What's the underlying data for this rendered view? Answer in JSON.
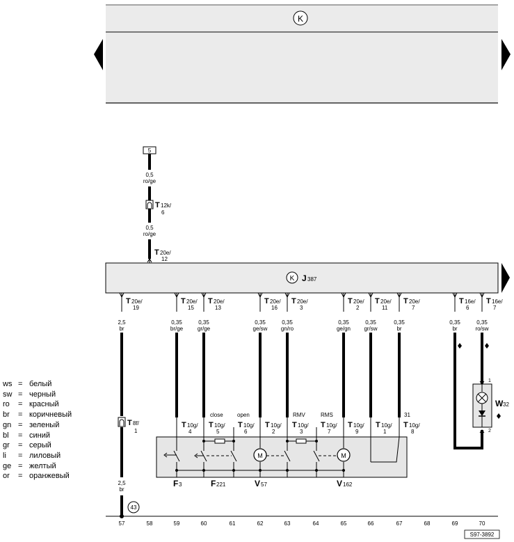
{
  "diagram_code": "S97-3892",
  "k_symbol": "K",
  "top_feed": {
    "terminal": "5",
    "wire1_size": "0,5",
    "wire1_color": "ro/ge",
    "conn_main": "T",
    "conn_sub": "12k/",
    "conn_pin": "6",
    "wire2_size": "0,5",
    "wire2_color": "ro/ge",
    "in_main": "T",
    "in_sub": "20e/",
    "in_pin": "12"
  },
  "control_unit": {
    "main": "J",
    "sub": "387"
  },
  "outputs": [
    {
      "main": "T",
      "sub": "20e/",
      "pin": "19",
      "size": "2,5",
      "color": "br"
    },
    {
      "main": "T",
      "sub": "20e/",
      "pin": "15",
      "size": "0,35",
      "color": "br/ge"
    },
    {
      "main": "T",
      "sub": "20e/",
      "pin": "13",
      "size": "0,35",
      "color": "gr/ge"
    },
    {
      "main": "T",
      "sub": "20e/",
      "pin": "16",
      "size": "0,35",
      "color": "ge/sw"
    },
    {
      "main": "T",
      "sub": "20e/",
      "pin": "3",
      "size": "0,35",
      "color": "gn/ro"
    },
    {
      "main": "T",
      "sub": "20e/",
      "pin": "2",
      "size": "0,35",
      "color": "ge/gn"
    },
    {
      "main": "T",
      "sub": "20e/",
      "pin": "11",
      "size": "0,35",
      "color": "gr/sw"
    },
    {
      "main": "T",
      "sub": "20e/",
      "pin": "7",
      "size": "0,35",
      "color": "br"
    },
    {
      "main": "T",
      "sub": "16e/",
      "pin": "6",
      "size": "0,35",
      "color": "br"
    },
    {
      "main": "T",
      "sub": "16e/",
      "pin": "7",
      "size": "0,35",
      "color": "ro/sw"
    }
  ],
  "t8f": {
    "main": "T",
    "sub": "8f/",
    "pin": "1",
    "size": "2,5",
    "color": "br",
    "ground": "43"
  },
  "t10": [
    {
      "main": "T",
      "sub": "10g/",
      "pin": "4"
    },
    {
      "main": "T",
      "sub": "10g/",
      "pin": "5"
    },
    {
      "main": "T",
      "sub": "10g/",
      "pin": "6"
    },
    {
      "main": "T",
      "sub": "10g/",
      "pin": "2"
    },
    {
      "main": "T",
      "sub": "10g/",
      "pin": "3"
    },
    {
      "main": "T",
      "sub": "10g/",
      "pin": "7"
    },
    {
      "main": "T",
      "sub": "10g/",
      "pin": "9"
    },
    {
      "main": "T",
      "sub": "10g/",
      "pin": "1"
    },
    {
      "main": "T",
      "sub": "10g/",
      "pin": "8"
    }
  ],
  "labels": {
    "close": "close",
    "open": "open",
    "rmv": "RMV",
    "rms": "RMS",
    "num31": "31",
    "motor": "M"
  },
  "components": {
    "f3": {
      "main": "F",
      "sub": "3"
    },
    "f221": {
      "main": "F",
      "sub": "221"
    },
    "v57": {
      "main": "V",
      "sub": "57"
    },
    "v162": {
      "main": "V",
      "sub": "162"
    },
    "w32": {
      "main": "W",
      "sub": "32",
      "pin_top": "1",
      "pin_bottom": "2"
    }
  },
  "columns": [
    "57",
    "58",
    "59",
    "60",
    "61",
    "62",
    "63",
    "64",
    "65",
    "66",
    "67",
    "68",
    "69",
    "70"
  ],
  "legend": [
    {
      "code": "ws",
      "eq": "=",
      "name": "белый"
    },
    {
      "code": "sw",
      "eq": "=",
      "name": "черный"
    },
    {
      "code": "ro",
      "eq": "=",
      "name": "красный"
    },
    {
      "code": "br",
      "eq": "=",
      "name": "коричневый"
    },
    {
      "code": "gn",
      "eq": "=",
      "name": "зеленый"
    },
    {
      "code": "bl",
      "eq": "=",
      "name": "синий"
    },
    {
      "code": "gr",
      "eq": "=",
      "name": "серый"
    },
    {
      "code": "li",
      "eq": "=",
      "name": "лиловый"
    },
    {
      "code": "ge",
      "eq": "=",
      "name": "желтый"
    },
    {
      "code": "or",
      "eq": "=",
      "name": "оранжевый"
    }
  ]
}
